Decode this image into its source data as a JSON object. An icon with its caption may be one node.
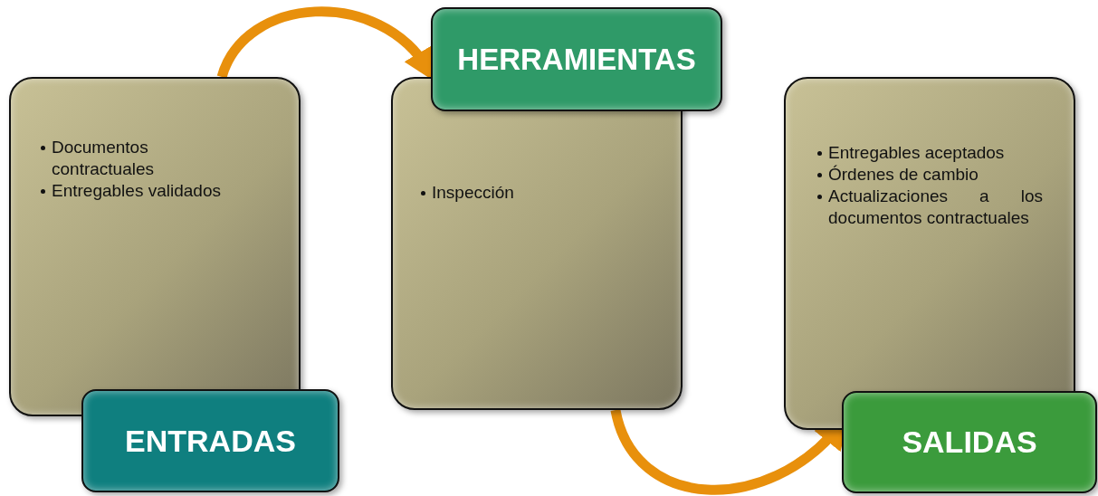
{
  "diagram": {
    "nodes": [
      {
        "text": [
          "Documentos contractuales",
          "Entregables validados"
        ]
      },
      {
        "text": [
          "ENTRADAS"
        ]
      },
      {
        "text": [
          "Inspección"
        ]
      },
      {
        "text": [
          "HERRAMIENTAS"
        ]
      },
      {
        "text": [
          "Entregables aceptados",
          "Órdenes de cambio",
          "Actualizaciones a los documentos contractuales"
        ]
      },
      {
        "text": [
          "SALIDAS"
        ]
      }
    ],
    "edges": [
      {
        "from": 0,
        "to": 3,
        "arrow": "to"
      },
      {
        "from": 2,
        "to": 5,
        "arrow": "to"
      }
    ]
  }
}
